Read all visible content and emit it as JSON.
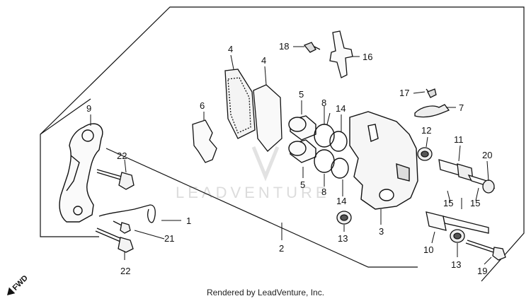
{
  "diagram": {
    "callouts": [
      "1",
      "2",
      "3",
      "4",
      "4",
      "5",
      "5",
      "6",
      "7",
      "8",
      "8",
      "9",
      "10",
      "11",
      "12",
      "13",
      "13",
      "14",
      "14",
      "15",
      "15",
      "16",
      "17",
      "18",
      "19",
      "20",
      "21",
      "22",
      "22"
    ],
    "watermark": "LEADVENTURE",
    "direction_label": "FWD",
    "footer": "Rendered by LeadVenture, Inc."
  }
}
